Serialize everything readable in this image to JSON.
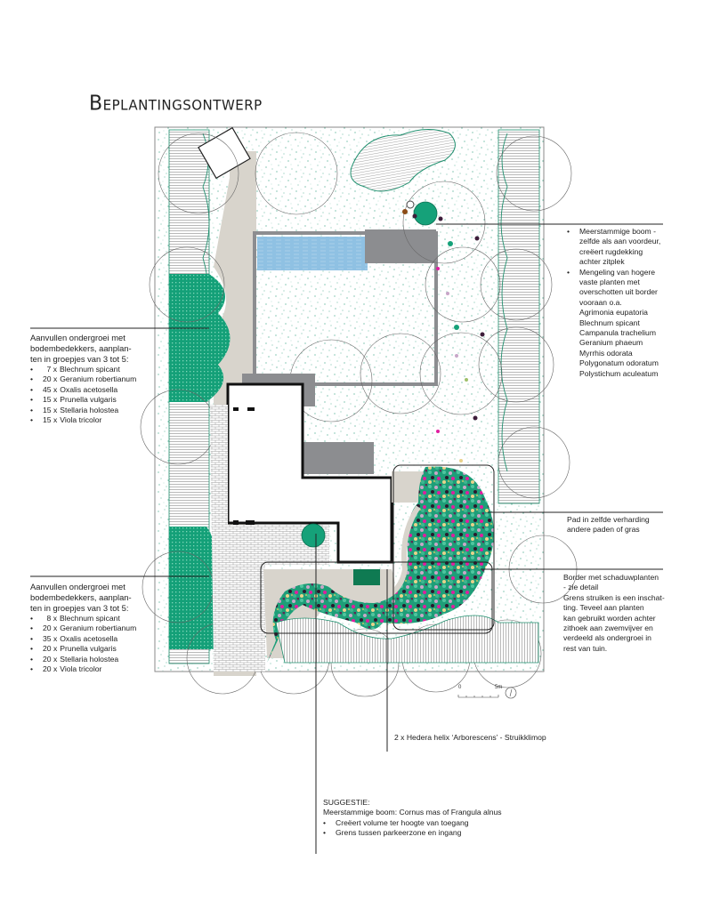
{
  "title": "Beplantingsontwerp",
  "annotations": {
    "top_right": {
      "items": [
        {
          "text": "Meerstammige boom - zelfde als aan voordeur, creëert rugdekking achter zitplek",
          "lines": [
            "Meerstammige boom -",
            "zelfde als aan voordeur,",
            "creëert rugdekking",
            "achter zitplek"
          ]
        },
        {
          "text": "Mengeling van hogere vaste planten met overschotten uit border vooraan o.a.",
          "lines": [
            "Mengeling van hogere",
            "vaste planten met",
            "overschotten uit border",
            "vooraan o.a."
          ],
          "plants": [
            "Agrimonia eupatoria",
            "Blechnum spicant",
            "Campanula trachelium",
            "Geranium phaeum",
            "Myrrhis odorata",
            "Polygonatum odoratum",
            "Polystichum aculeatum"
          ]
        }
      ]
    },
    "left_top": {
      "intro_lines": [
        "Aanvullen ondergroei met",
        "bodembedekkers, aanplan-",
        "ten in groepjes van 3 tot 5:"
      ],
      "plants": [
        {
          "qty": "7 x",
          "name": "Blechnum spicant"
        },
        {
          "qty": "20 x",
          "name": "Geranium robertianum"
        },
        {
          "qty": "45 x",
          "name": "Oxalis acetosella"
        },
        {
          "qty": "15 x",
          "name": "Prunella vulgaris"
        },
        {
          "qty": "15 x",
          "name": "Stellaria holostea"
        },
        {
          "qty": "15 x",
          "name": "Viola tricolor"
        }
      ]
    },
    "left_bottom": {
      "intro_lines": [
        "Aanvullen ondergroei met",
        "bodembedekkers, aanplan-",
        "ten in groepjes van 3 tot 5:"
      ],
      "plants": [
        {
          "qty": "8 x",
          "name": "Blechnum spicant"
        },
        {
          "qty": "20 x",
          "name": "Geranium robertianum"
        },
        {
          "qty": "35 x",
          "name": "Oxalis acetosella"
        },
        {
          "qty": "20 x",
          "name": "Prunella vulgaris"
        },
        {
          "qty": "20 x",
          "name": "Stellaria holostea"
        },
        {
          "qty": "20 x",
          "name": "Viola tricolor"
        }
      ]
    },
    "path_note": {
      "lines": [
        "Pad in zelfde verharding",
        "andere paden of gras"
      ]
    },
    "border_note": {
      "lines": [
        "Border met schaduwplanten",
        "- zie detail",
        "Grens struiken is een inschat-",
        "ting. Teveel aan planten",
        "kan gebruikt worden achter",
        "zithoek aan zwemvijver en",
        "verdeeld als ondergroei in",
        "rest van tuin."
      ]
    },
    "hedera_note": {
      "text": "2 x Hedera helix ‘Arborescens’ - Struikklimop"
    },
    "suggestion": {
      "heading": "SUGGESTIE:",
      "line": "Meerstammige boom: Cornus mas of Frangula alnus",
      "items": [
        "Creëert volume ter hoogte van toegang",
        "Grens tussen parkeerzone en ingang"
      ]
    }
  },
  "scale_bar": {
    "start": "0",
    "end": "5m"
  },
  "colors": {
    "groundcover_green": "#15a179",
    "pool_blue": "#8fc1e3",
    "terrace_grey": "#8c8d90",
    "path_beige": "#d8d4cc",
    "speckle_green": "#3aa486",
    "magenta": "#e01ea0",
    "plum": "#3d1d3a"
  }
}
